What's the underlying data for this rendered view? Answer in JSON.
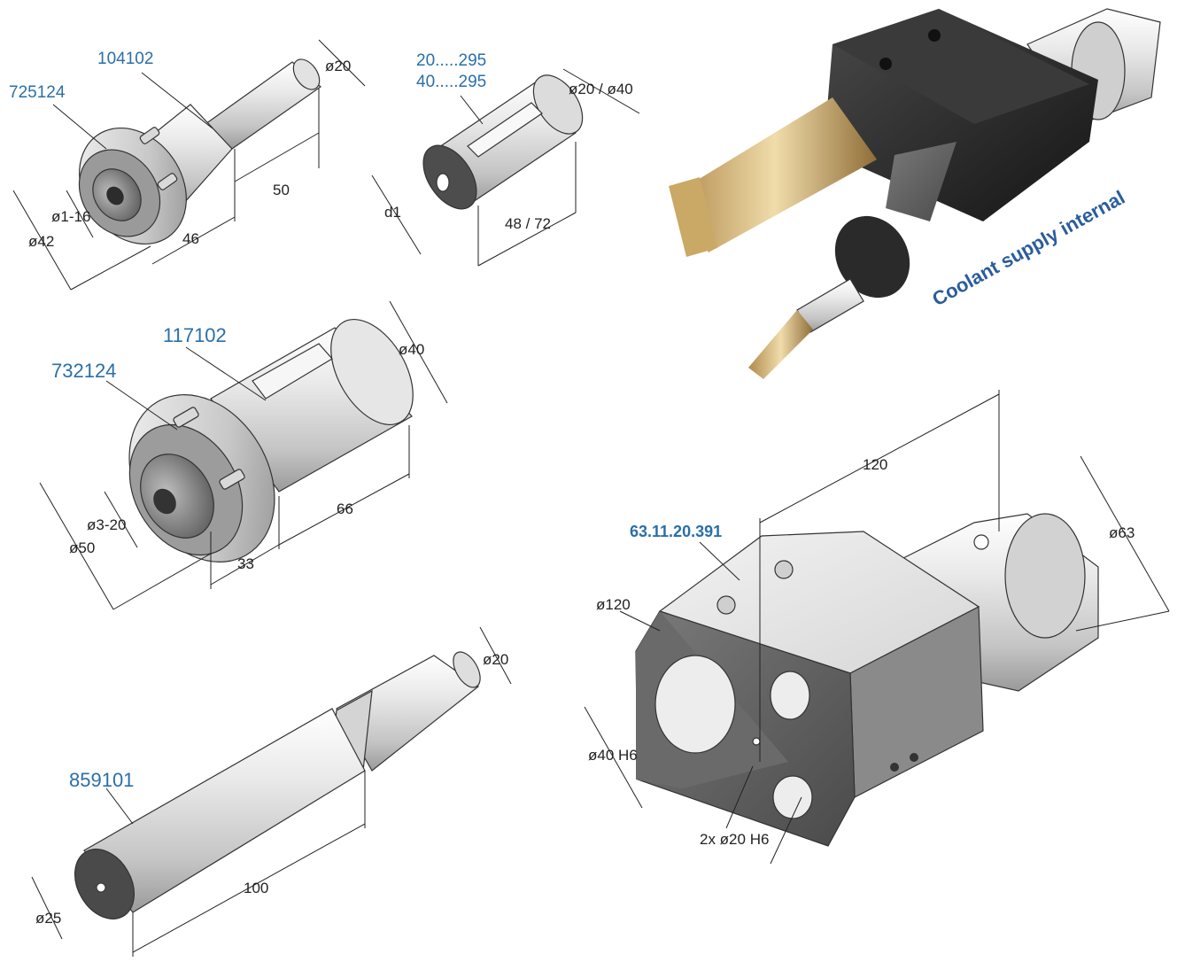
{
  "colors": {
    "part_number": "#2a6fa8",
    "coolant_label": "#2a5d9c",
    "dimension": "#222222",
    "metal_light": "#e6e6e6",
    "metal_dark": "#5a5a5a"
  },
  "collet_holder_small": {
    "part_no_nut": "725124",
    "part_no_holder": "104102",
    "shank_dia": "ø20",
    "length_shank": "50",
    "length_body": "46",
    "bore_range": "ø1-16",
    "outer_dia": "ø42"
  },
  "reduction_sleeve": {
    "part_no_1": "20.....295",
    "part_no_2": "40.....295",
    "outer_dia": "ø20 / ø40",
    "inner_dia": "d1",
    "length": "48 / 72"
  },
  "collet_holder_large": {
    "part_no_holder": "117102",
    "part_no_nut": "732124",
    "shank_dia": "ø40",
    "length_shank": "66",
    "length_body": "33",
    "bore_range": "ø3-20",
    "outer_dia": "ø50"
  },
  "extension_shank": {
    "part_no": "859101",
    "small_dia": "ø20",
    "large_dia": "ø25",
    "length": "100"
  },
  "photo": {
    "caption": "Coolant supply internal"
  },
  "multi_holder": {
    "part_no": "63.11.20.391",
    "length": "120",
    "flange_dia": "ø63",
    "body_dia": "ø120",
    "main_bore": "ø40 H6",
    "side_bores": "2x ø20 H6"
  }
}
